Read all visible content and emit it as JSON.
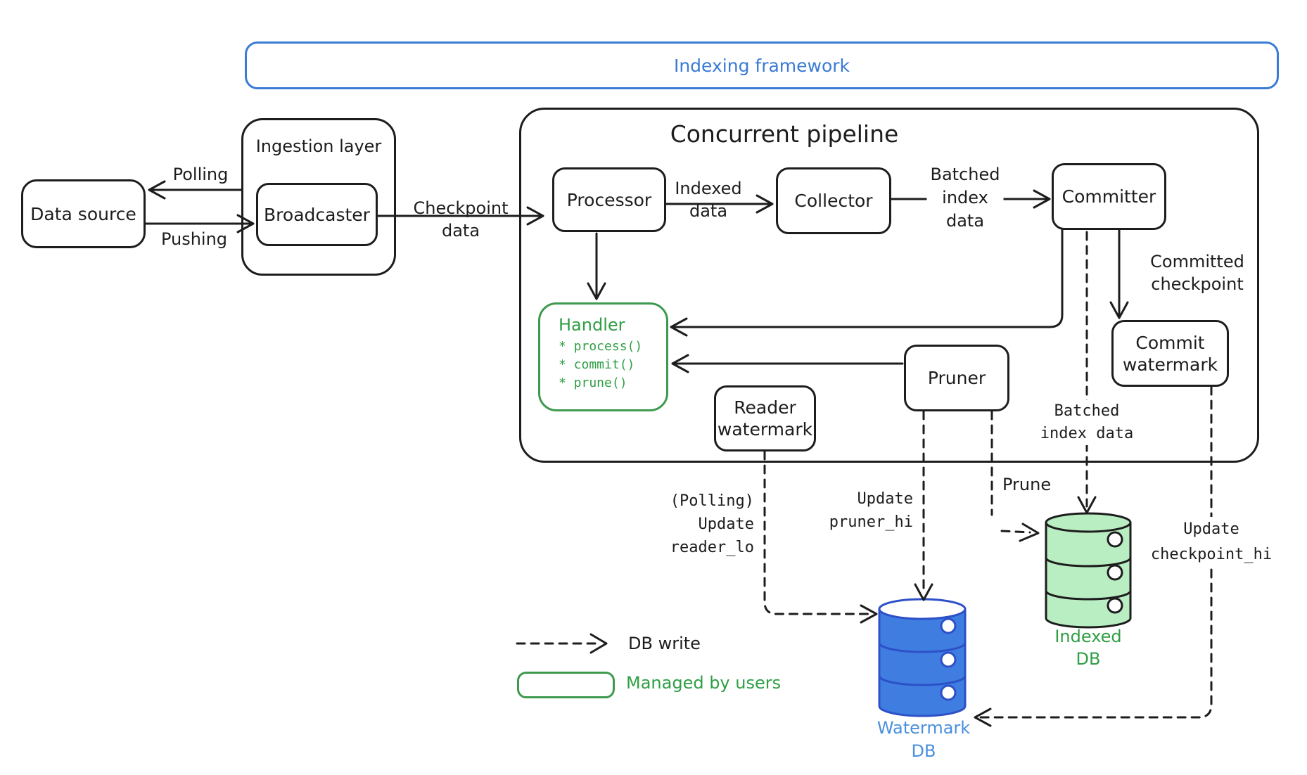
{
  "banner": {
    "label": "Indexing framework"
  },
  "pipeline": {
    "title": "Concurrent pipeline"
  },
  "nodes": {
    "data_source": "Data source",
    "ingestion_layer": "Ingestion layer",
    "broadcaster": "Broadcaster",
    "processor": "Processor",
    "collector": "Collector",
    "committer": "Committer",
    "pruner": "Pruner",
    "reader_watermark": [
      "Reader",
      "watermark"
    ],
    "commit_watermark": [
      "Commit",
      "watermark"
    ],
    "handler": {
      "title": "Handler",
      "methods": [
        "* process()",
        "* commit()",
        "* prune()"
      ]
    }
  },
  "edge_labels": {
    "polling": "Polling",
    "pushing": "Pushing",
    "checkpoint_data": [
      "Checkpoint",
      "data"
    ],
    "indexed_data": [
      "Indexed",
      "data"
    ],
    "batched_index_data": [
      "Batched",
      "index",
      "data"
    ],
    "committed_checkpoint": [
      "Committed",
      "checkpoint"
    ],
    "batched_index_data_lower": [
      "Batched",
      "index data"
    ],
    "prune": "Prune",
    "update_reader_lo": [
      "(Polling)",
      "Update",
      "reader_lo"
    ],
    "update_pruner_hi": [
      "Update",
      "pruner_hi"
    ],
    "update_checkpoint_hi": [
      "Update",
      "checkpoint_hi"
    ]
  },
  "databases": {
    "watermark_db": [
      "Watermark",
      "DB"
    ],
    "indexed_db": [
      "Indexed",
      "DB"
    ]
  },
  "legend": {
    "db_write": "DB write",
    "managed_by_users": "Managed by users"
  },
  "colors": {
    "ink": "#1d1d1d",
    "accent_blue": "#3a7bd5",
    "green_stroke": "#3d9a4e",
    "green_text": "#2f9e44",
    "watermark_db_fill": "#3f7de0",
    "watermark_db_stroke": "#2c50c8",
    "watermark_db_label": "#4a90dd",
    "indexed_db_fill": "#b9edc2"
  }
}
